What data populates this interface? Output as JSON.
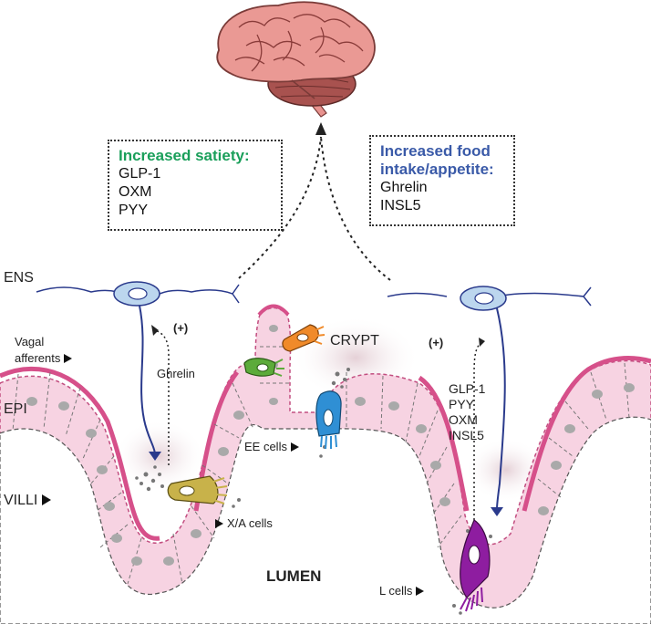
{
  "satiety": {
    "heading": "Increased satiety:",
    "heading_color": "#1a9f5a",
    "items": [
      "GLP-1",
      "OXM",
      "PYY"
    ]
  },
  "appetite": {
    "heading_line1": "Increased food",
    "heading_line2": "intake/appetite:",
    "heading_color": "#3a5aa8",
    "items": [
      "Ghrelin",
      "INSL5"
    ]
  },
  "labels": {
    "ens": "ENS",
    "epi": "EPI",
    "villi": "VILLI",
    "crypt": "CRYPT",
    "lumen": "LUMEN",
    "vagal_line1": "Vagal",
    "vagal_line2": "afferents",
    "ghrelin": "Ghrelin",
    "plus_left": "(+)",
    "plus_right": "(+)",
    "ee_cells": "EE cells",
    "xa_cells": "X/A cells",
    "l_cells": "L cells",
    "right_hormones": [
      "GLP-1",
      "PYY",
      "OXM",
      "INSL5"
    ]
  },
  "colors": {
    "tissue_fill": "#f7d3e2",
    "tissue_border": "#d6508a",
    "nucleus": "#a9a9a9",
    "neuron": "#2a3a8c",
    "neuron_body": "#bcd6ee",
    "brain": "#e8938f",
    "cerebellum": "#a8524f",
    "l_cell": "#8e1da0",
    "ee_cell": "#2f8fd4",
    "xa_cell": "#c8b24a",
    "orange_cell": "#f08a2a",
    "green_cell": "#5cab3a"
  }
}
